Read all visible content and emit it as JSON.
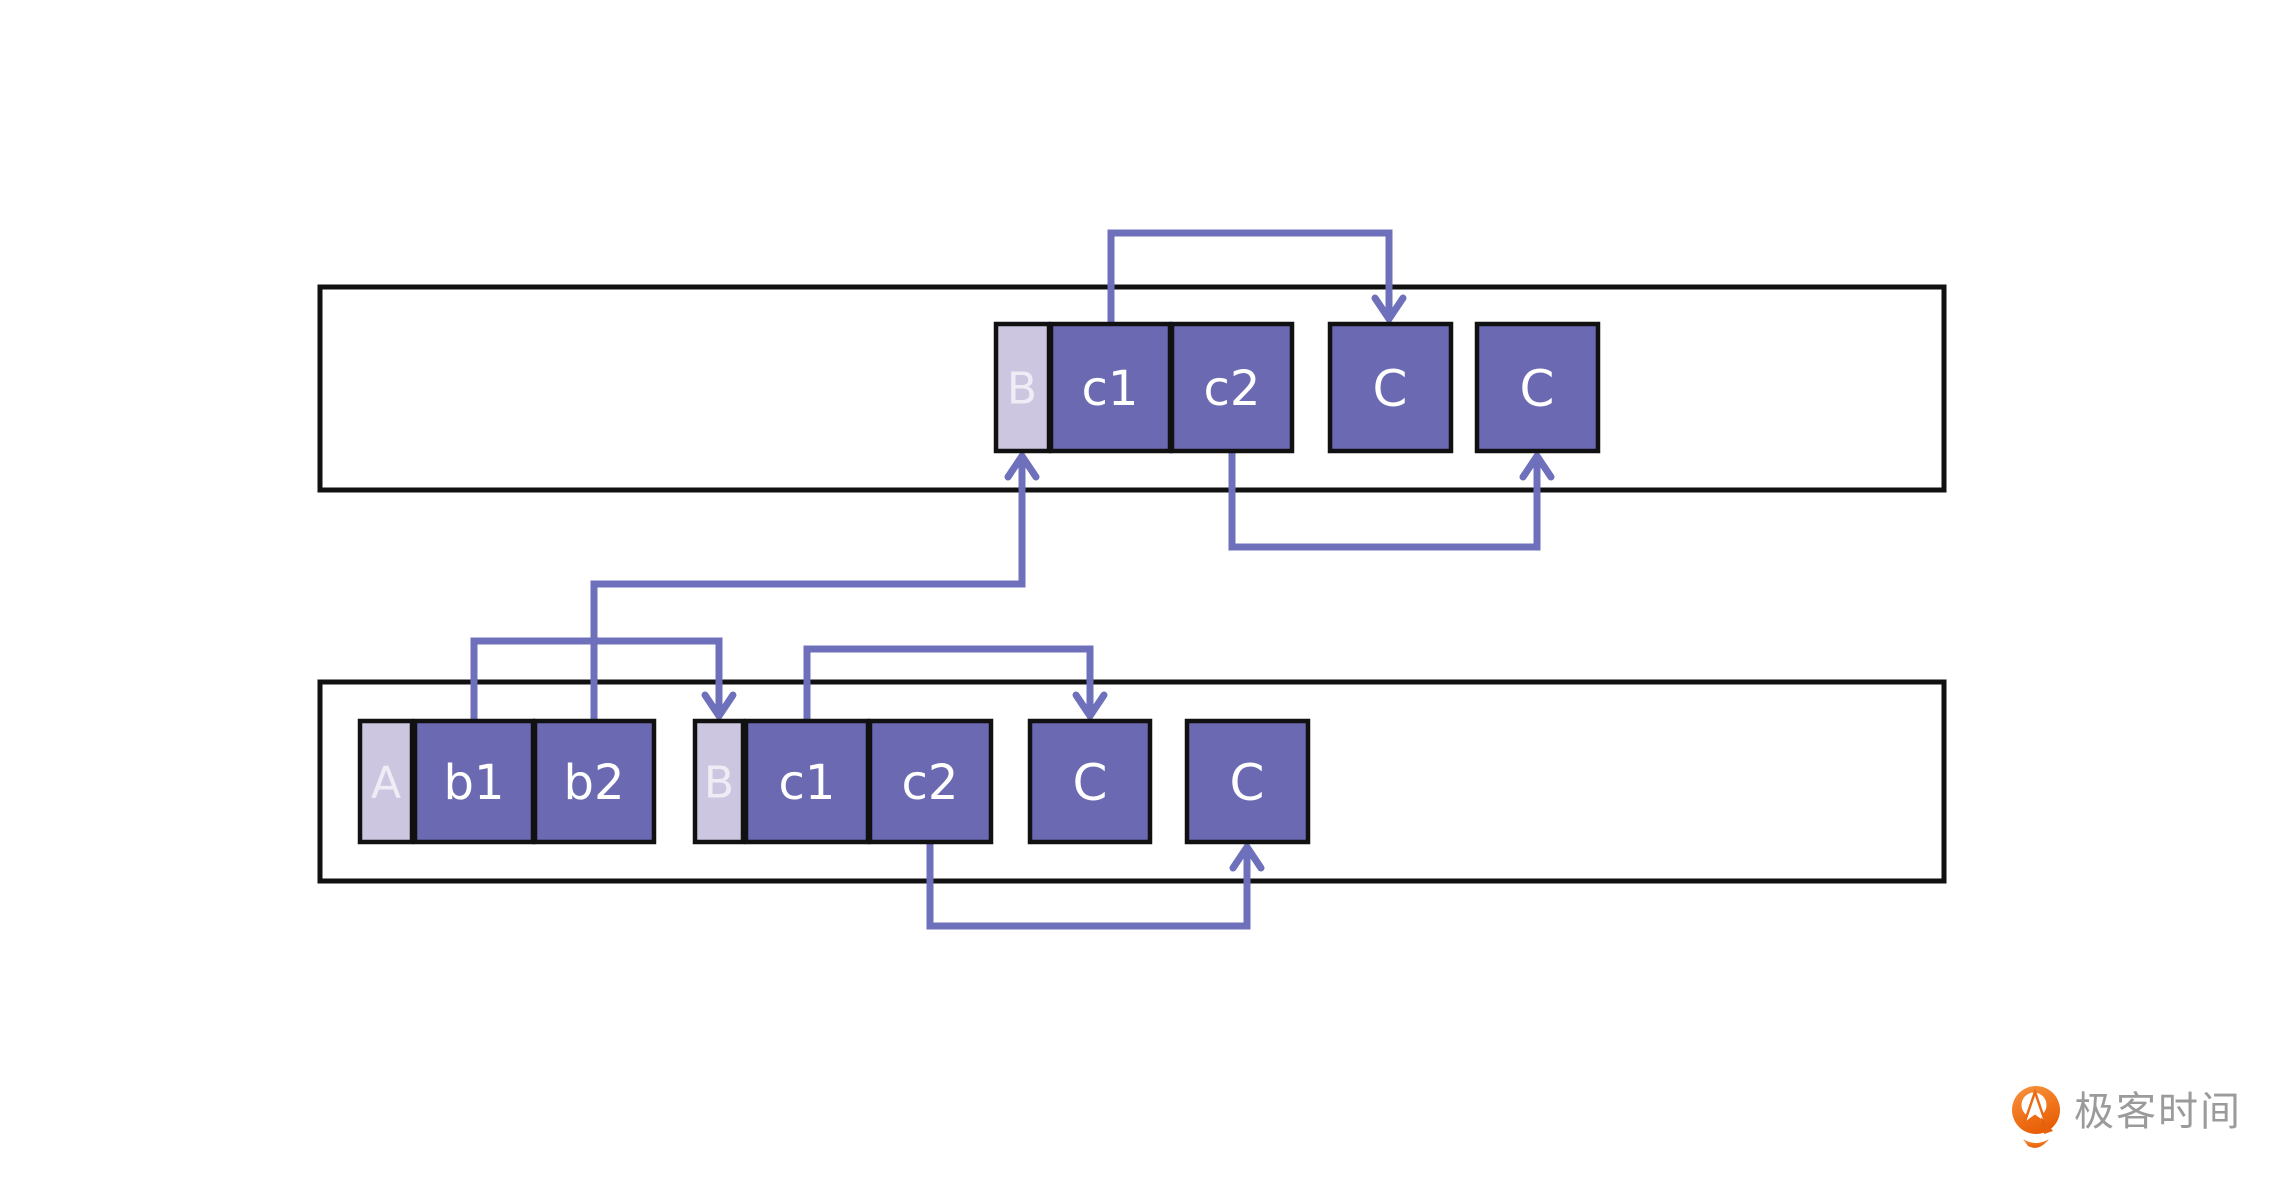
{
  "colors": {
    "box_fill": "#6a69b2",
    "header_fill": "#cdc6e1",
    "ink": "#111111",
    "arrow": "#6e70bc",
    "label": "#ffffff",
    "brand_orange": "#ed6a12",
    "brand_gray": "#9b9b9b",
    "background": "#ffffff"
  },
  "top_row": {
    "boxes": [
      {
        "label": "B",
        "variant": "header"
      },
      {
        "label": "c1",
        "variant": "field"
      },
      {
        "label": "c2",
        "variant": "field"
      },
      {
        "label": "C",
        "variant": "object"
      },
      {
        "label": "C",
        "variant": "object"
      }
    ]
  },
  "bottom_row": {
    "boxes": [
      {
        "label": "A",
        "variant": "header"
      },
      {
        "label": "b1",
        "variant": "field"
      },
      {
        "label": "b2",
        "variant": "field"
      },
      {
        "label": "B",
        "variant": "header"
      },
      {
        "label": "c1",
        "variant": "field"
      },
      {
        "label": "c2",
        "variant": "field"
      },
      {
        "label": "C",
        "variant": "object"
      },
      {
        "label": "C",
        "variant": "object"
      }
    ]
  },
  "edges": [
    {
      "from": "top.c1",
      "to": "top.C(first)",
      "route": "arc-above-container",
      "arrowhead": "down"
    },
    {
      "from": "top.c2",
      "to": "top.C(second)",
      "route": "arc-below-container",
      "arrowhead": "up"
    },
    {
      "from": "bottom.b2",
      "to": "top.B",
      "route": "elbow-between-containers",
      "arrowhead": "up"
    },
    {
      "from": "bottom.b1",
      "to": "bottom.B",
      "route": "arc-above-container",
      "arrowhead": "down"
    },
    {
      "from": "bottom.c1",
      "to": "bottom.C(first)",
      "route": "arc-above-container",
      "arrowhead": "down"
    },
    {
      "from": "bottom.c2",
      "to": "bottom.C(second)",
      "route": "arc-below-container",
      "arrowhead": "up"
    }
  ],
  "watermark": {
    "text": "极客时间"
  }
}
